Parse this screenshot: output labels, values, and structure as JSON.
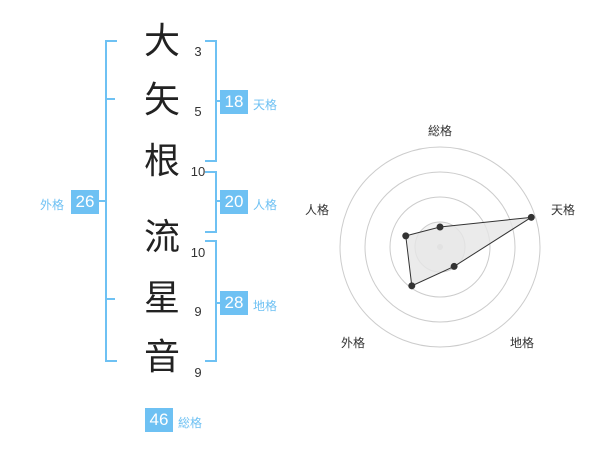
{
  "name": {
    "chars": [
      "大",
      "矢",
      "根",
      "流",
      "星",
      "音"
    ],
    "strokes": [
      "3",
      "5",
      "10",
      "10",
      "9",
      "9"
    ]
  },
  "kakusu": {
    "tenkaku": {
      "value": "18",
      "label": "天格"
    },
    "jinkaku": {
      "value": "20",
      "label": "人格"
    },
    "chikaku": {
      "value": "28",
      "label": "地格"
    },
    "gaikaku": {
      "value": "26",
      "label": "外格"
    },
    "soukaku": {
      "value": "46",
      "label": "総格"
    }
  },
  "radar": {
    "axes": [
      "総格",
      "天格",
      "地格",
      "外格",
      "人格"
    ],
    "values": [
      0.2,
      0.96,
      0.24,
      0.48,
      0.36
    ],
    "ring_count": 4,
    "colors": {
      "ring": "#cccccc",
      "fill": "#e6e6e6",
      "line": "#333333",
      "point": "#333333"
    }
  },
  "colors": {
    "accent": "#6ec1f3"
  }
}
